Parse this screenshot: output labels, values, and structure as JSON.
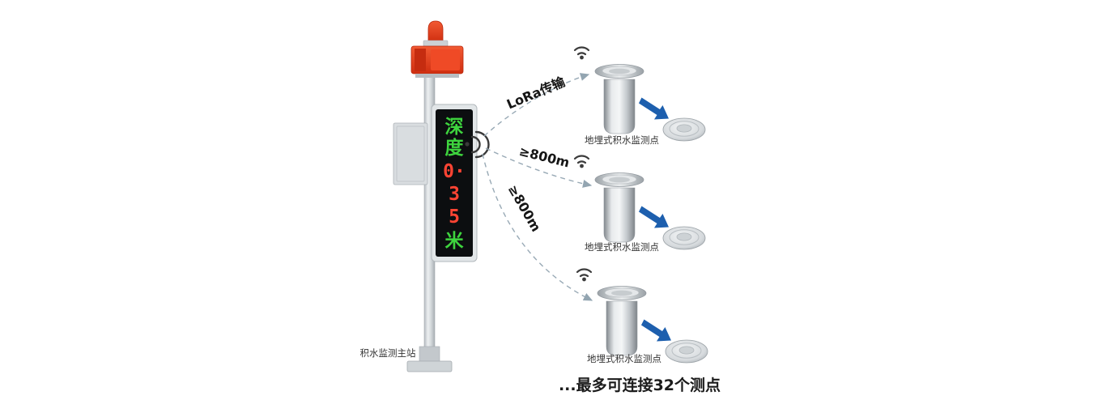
{
  "diagram": {
    "station": {
      "label": "积水监测主站",
      "led": {
        "lines": [
          {
            "text": "深",
            "color": "#3ed43e"
          },
          {
            "text": "度",
            "color": "#3ed43e"
          },
          {
            "text": "0·",
            "color": "#ff4433"
          },
          {
            "text": "3",
            "color": "#ff4433"
          },
          {
            "text": "5",
            "color": "#ff4433"
          },
          {
            "text": "米",
            "color": "#3ed43e"
          }
        ]
      }
    },
    "links": [
      {
        "label": "LoRa传输"
      },
      {
        "label": "≥800m"
      },
      {
        "label": "≥800m"
      }
    ],
    "sensors": [
      {
        "label": "地埋式积水监测点"
      },
      {
        "label": "地埋式积水监测点"
      },
      {
        "label": "地埋式积水监测点"
      }
    ],
    "footer": {
      "note": "...最多可连接32个测点"
    },
    "colors": {
      "beacon_red": "#e1371a",
      "led_green": "#3ed43e",
      "led_red": "#ff4433",
      "arrow_blue": "#1d5fae",
      "dash_gray": "#98a9b5"
    }
  }
}
